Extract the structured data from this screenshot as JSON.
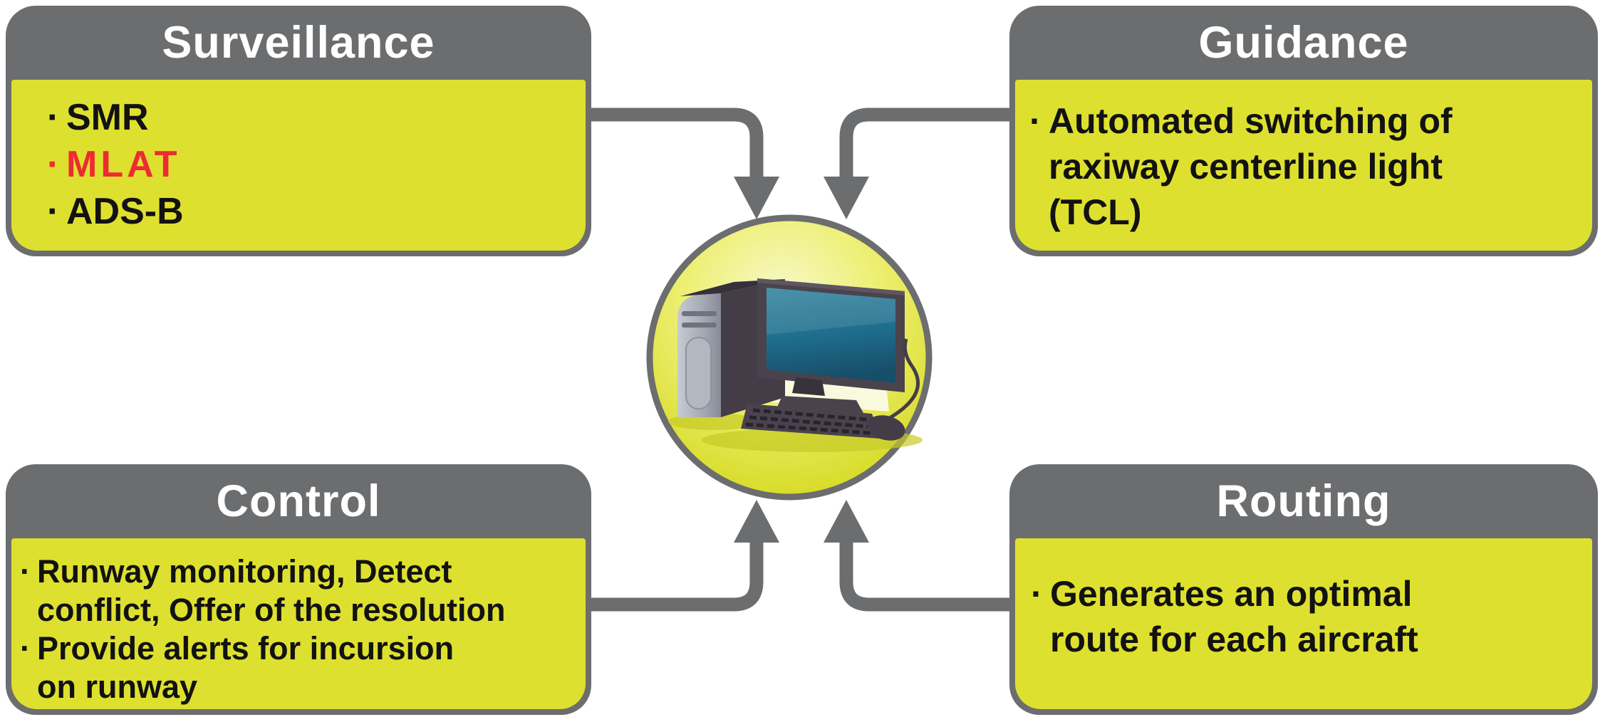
{
  "bullet_char": "·",
  "colors": {
    "header_gray": "#6c6d6f",
    "panel_yellow": "#dee02f",
    "title_text": "#ffffff",
    "body_text": "#121212",
    "highlight_red": "#ee2b31",
    "arrow_gray": "#6c6d6f",
    "circle_yellow": "#d3d716",
    "screen_blue": "#2a7fa0"
  },
  "boxes": {
    "surveillance": {
      "title": "Surveillance",
      "items": [
        {
          "text": "SMR"
        },
        {
          "text": "MLAT"
        },
        {
          "text": "ADS-B"
        }
      ]
    },
    "guidance": {
      "title": "Guidance",
      "items": [
        {
          "text": "Automated switching of\nraxiway centerline light\n(TCL)"
        }
      ]
    },
    "control": {
      "title": "Control",
      "items": [
        {
          "text": "Runway monitoring, Detect\nconflict, Offer of the resolution"
        },
        {
          "text": "Provide alerts for incursion\non runway"
        }
      ]
    },
    "routing": {
      "title": "Routing",
      "items": [
        {
          "text": "Generates an optimal\nroute for each aircraft"
        }
      ]
    }
  },
  "center": {
    "icon": "desktop-computer"
  }
}
